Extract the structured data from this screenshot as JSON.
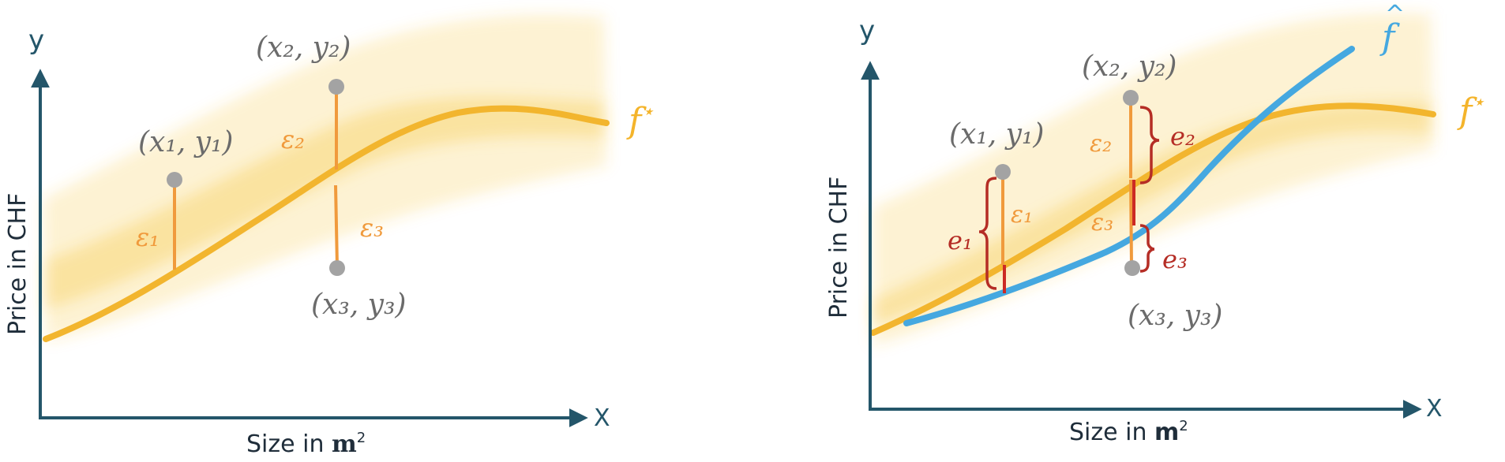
{
  "colors": {
    "axis": "#24566a",
    "band": "#f7c531",
    "true_curve": "#f2b52e",
    "fstar_label": "#f4b42b",
    "eps": "#f09a3c",
    "err": "#b52d25",
    "fhat": "#45a8e0",
    "point": "#a3a3a3",
    "point_label": "#6b6b6b"
  },
  "left": {
    "y_axis_label": "y",
    "x_axis_label": "X",
    "y_title": "Price in CHF",
    "x_title_prefix": "Size in ",
    "x_title_unit": "m",
    "x_title_sup": "2",
    "curve_label": "f",
    "curve_label_sup": "⋆",
    "points": [
      {
        "label": "(x₁, y₁)",
        "eps": "ε₁"
      },
      {
        "label": "(x₂, y₂)",
        "eps": "ε₂"
      },
      {
        "label": "(x₃, y₃)",
        "eps": "ε₃"
      }
    ]
  },
  "right": {
    "y_axis_label": "y",
    "x_axis_label": "X",
    "y_title": "Price in CHF",
    "x_title_prefix": "Size in ",
    "x_title_unit": "m",
    "x_title_sup": "2",
    "curve_label": "f",
    "curve_label_sup": "⋆",
    "fhat_label": "f",
    "fhat_hat": "^",
    "points": [
      {
        "label": "(x₁, y₁)",
        "eps": "ε₁",
        "err": "e₁"
      },
      {
        "label": "(x₂, y₂)",
        "eps": "ε₂",
        "err": "e₂"
      },
      {
        "label": "(x₃, y₃)",
        "eps": "ε₃",
        "err": "e₃"
      }
    ]
  }
}
